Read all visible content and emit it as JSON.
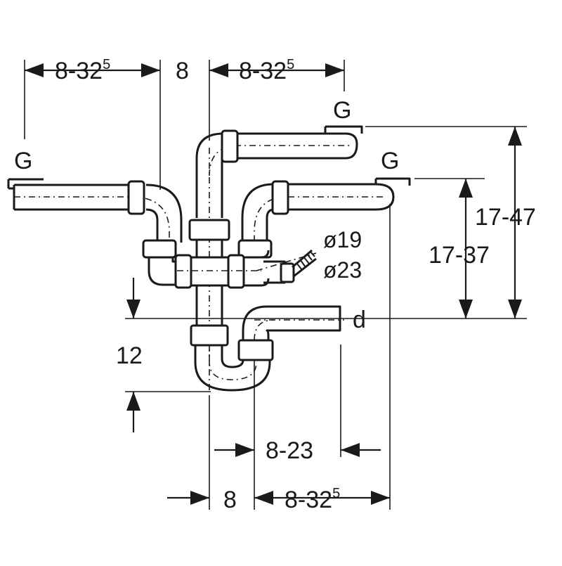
{
  "diagram": {
    "labels": {
      "inlet_left": "G",
      "inlet_top_right": "G",
      "inlet_mid_right": "G",
      "outlet": "d",
      "dim_top_left": "8-32",
      "dim_top_left_sup": "5",
      "dim_top_center": "8",
      "dim_top_right": "8-32",
      "dim_top_right_sup": "5",
      "dim_height_outer": "17-47",
      "dim_height_inner": "17-37",
      "dim_trap_depth": "12",
      "dim_bottom_mid": "8-23",
      "dim_bottom_left": "8",
      "dim_bottom_right": "8-32",
      "dim_bottom_right_sup": "5",
      "dia_small": "ø19",
      "dia_large": "ø23"
    }
  }
}
